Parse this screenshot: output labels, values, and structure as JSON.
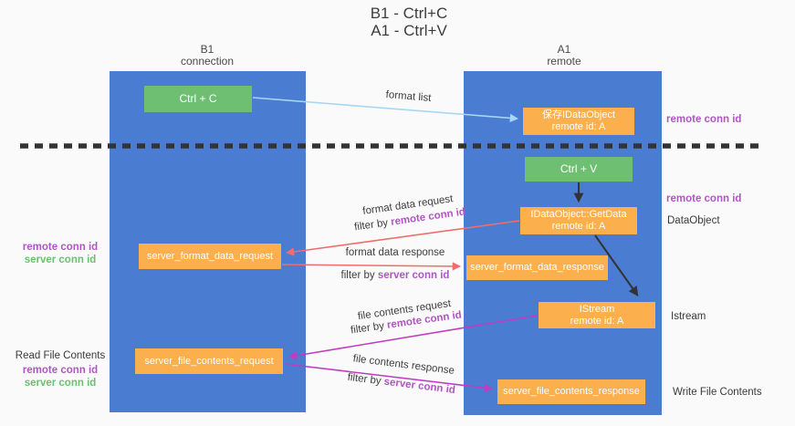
{
  "title": {
    "line1": "B1 - Ctrl+C",
    "line2": "A1 - Ctrl+V"
  },
  "columns": {
    "left": {
      "name": "B1",
      "subtitle": "connection"
    },
    "right": {
      "name": "A1",
      "subtitle": "remote"
    }
  },
  "nodes": {
    "ctrl_c": {
      "label": "Ctrl + C"
    },
    "ctrl_v": {
      "label": "Ctrl + V"
    },
    "save_dataobject": {
      "line1": "保存IDataObject",
      "line2": "remote id: A"
    },
    "getdata": {
      "line1": "IDataObject::GetData",
      "line2": "remote id: A"
    },
    "istream": {
      "line1": "IStream",
      "line2": "remote id: A"
    },
    "format_request": {
      "label": "server_format_data_request"
    },
    "format_response": {
      "label": "server_format_data_response"
    },
    "file_request": {
      "label": "server_file_contents_request"
    },
    "file_response": {
      "label": "server_file_contents_response"
    }
  },
  "arrows": {
    "format_list": {
      "label": "format list"
    },
    "format_request": {
      "label": "format data request",
      "filter_prefix": "filter by ",
      "filter_value": "remote conn id"
    },
    "format_response": {
      "label": "format data response",
      "filter_prefix": "filter by ",
      "filter_value": "server conn id"
    },
    "file_request": {
      "label": "file contents request",
      "filter_prefix": "filter by ",
      "filter_value": "remote conn id"
    },
    "file_response": {
      "label": "file contents response",
      "filter_prefix": "filter by ",
      "filter_value": "server conn id"
    }
  },
  "annotations": {
    "right": {
      "remote_conn_id_top": "remote conn id",
      "remote_conn_id_mid": "remote conn id",
      "dataobject": "DataObject",
      "istream": "Istream",
      "write_file_contents": "Write File Contents"
    },
    "left": {
      "remote_conn_id_top": "remote conn id",
      "server_conn_id_top": "server conn id",
      "read_file_contents": "Read File Contents",
      "remote_conn_id_bottom": "remote conn id",
      "server_conn_id_bottom": "server conn id"
    }
  },
  "colors": {
    "lane_blue": "#4a7cd2",
    "node_green": "#6fbf72",
    "node_orange": "#fbaf4d",
    "conn_purple": "#b055c5",
    "conn_green": "#6dbf70",
    "arrow_salmon": "#f06d6d",
    "arrow_magenta": "#c03cc0",
    "arrow_lightblue": "#a8d7f5",
    "arrow_black": "#333333"
  }
}
